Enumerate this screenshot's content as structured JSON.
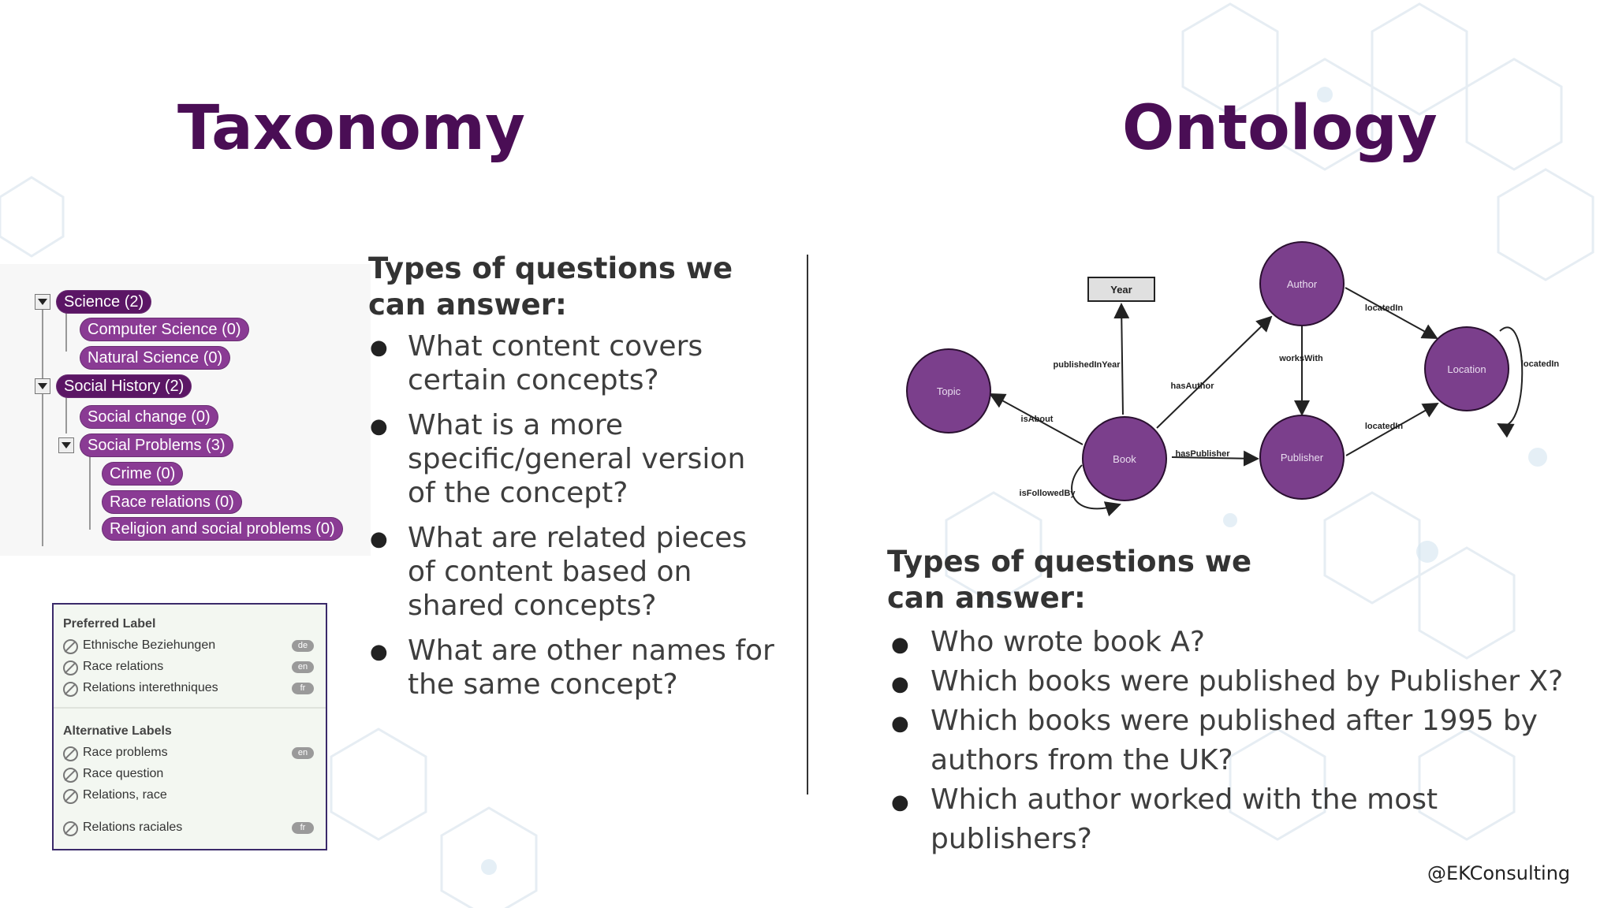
{
  "taxonomy": {
    "title": "Taxonomy",
    "questions_heading": "Types of questions we can answer:",
    "questions": [
      "What content covers certain concepts?",
      "What is a more specific/general version of the concept?",
      "What are related pieces of content based on shared concepts?",
      "What are other names for the same concept?"
    ],
    "tree": [
      {
        "label": "Science (2)",
        "level": 0,
        "expanded": true
      },
      {
        "label": "Computer Science (0)",
        "level": 1
      },
      {
        "label": "Natural Science (0)",
        "level": 1
      },
      {
        "label": "Social History (2)",
        "level": 0,
        "expanded": true
      },
      {
        "label": "Social change (0)",
        "level": 1
      },
      {
        "label": "Social Problems (3)",
        "level": 1,
        "expanded": true
      },
      {
        "label": "Crime (0)",
        "level": 2
      },
      {
        "label": "Race relations (0)",
        "level": 2
      },
      {
        "label": "Religion and social problems (0)",
        "level": 2
      }
    ],
    "labels_panel": {
      "preferred_heading": "Preferred Label",
      "preferred": [
        {
          "text": "Ethnische Beziehungen",
          "lang": "de"
        },
        {
          "text": "Race relations",
          "lang": "en"
        },
        {
          "text": "Relations interethniques",
          "lang": "fr"
        }
      ],
      "alternative_heading": "Alternative Labels",
      "alternative": [
        {
          "text": "Race problems",
          "lang": "en"
        },
        {
          "text": "Race question",
          "lang": ""
        },
        {
          "text": "Relations, race",
          "lang": ""
        },
        {
          "text": "Relations raciales",
          "lang": "fr"
        }
      ]
    }
  },
  "ontology": {
    "title": "Ontology",
    "questions_heading": "Types of questions we can answer:",
    "questions": [
      "Who wrote book A?",
      "Which books were published by Publisher X?",
      "Which books were published after 1995 by authors from the UK?",
      "Which author worked with the most publishers?"
    ],
    "graph": {
      "nodes": [
        "Topic",
        "Book",
        "Author",
        "Publisher",
        "Location",
        "Year"
      ],
      "edges": [
        {
          "from": "Book",
          "to": "Topic",
          "label": "isAbout"
        },
        {
          "from": "Book",
          "to": "Book",
          "label": "isFollowedBy"
        },
        {
          "from": "Book",
          "to": "Year",
          "label": "publishedInYear"
        },
        {
          "from": "Book",
          "to": "Author",
          "label": "hasAuthor"
        },
        {
          "from": "Book",
          "to": "Publisher",
          "label": "hasPublisher"
        },
        {
          "from": "Author",
          "to": "Publisher",
          "label": "worksWith"
        },
        {
          "from": "Author",
          "to": "Location",
          "label": "locatedIn"
        },
        {
          "from": "Publisher",
          "to": "Location",
          "label": "locatedIn"
        },
        {
          "from": "Location",
          "to": "Location",
          "label": "locatedIn"
        }
      ]
    }
  },
  "credit": "@EKConsulting",
  "colors": {
    "title": "#4a0e55",
    "node": "#7b3f8c",
    "pill": "#8a3b94"
  }
}
